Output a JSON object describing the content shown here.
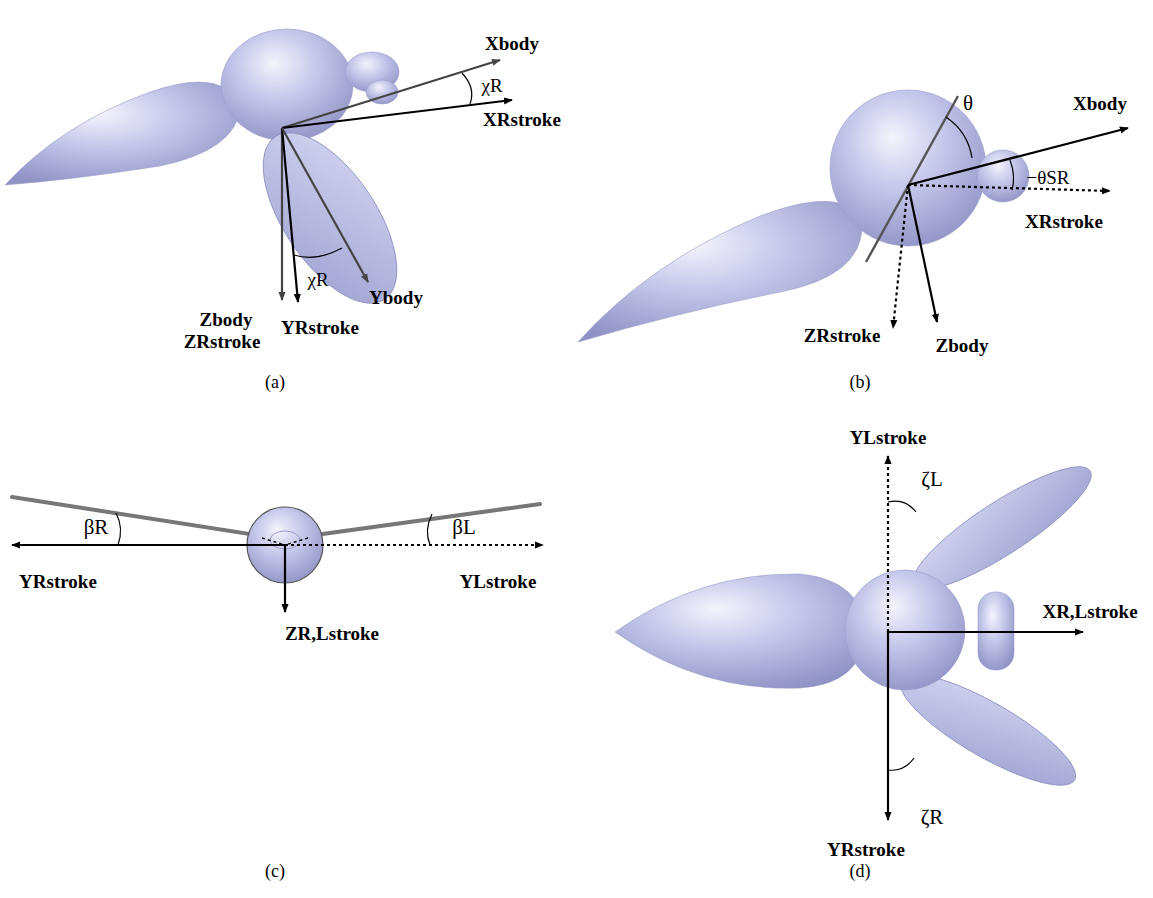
{
  "diagram": {
    "labels": [
      "Xbody",
      "χR",
      "XRstroke",
      "Zbody",
      "ZRstroke",
      "YRstroke",
      "χR",
      "Ybody",
      "(a)",
      "θ",
      "Xbody",
      "−θSR",
      "XRstroke",
      "ZRstroke",
      "Zbody",
      "(b)",
      "βR",
      "βL",
      "YRstroke",
      "YLstroke",
      "ZR,Lstroke",
      "(c)",
      "YLstroke",
      "ζL",
      "XR,Lstroke",
      "YRstroke",
      "ζR",
      "(d)"
    ]
  }
}
